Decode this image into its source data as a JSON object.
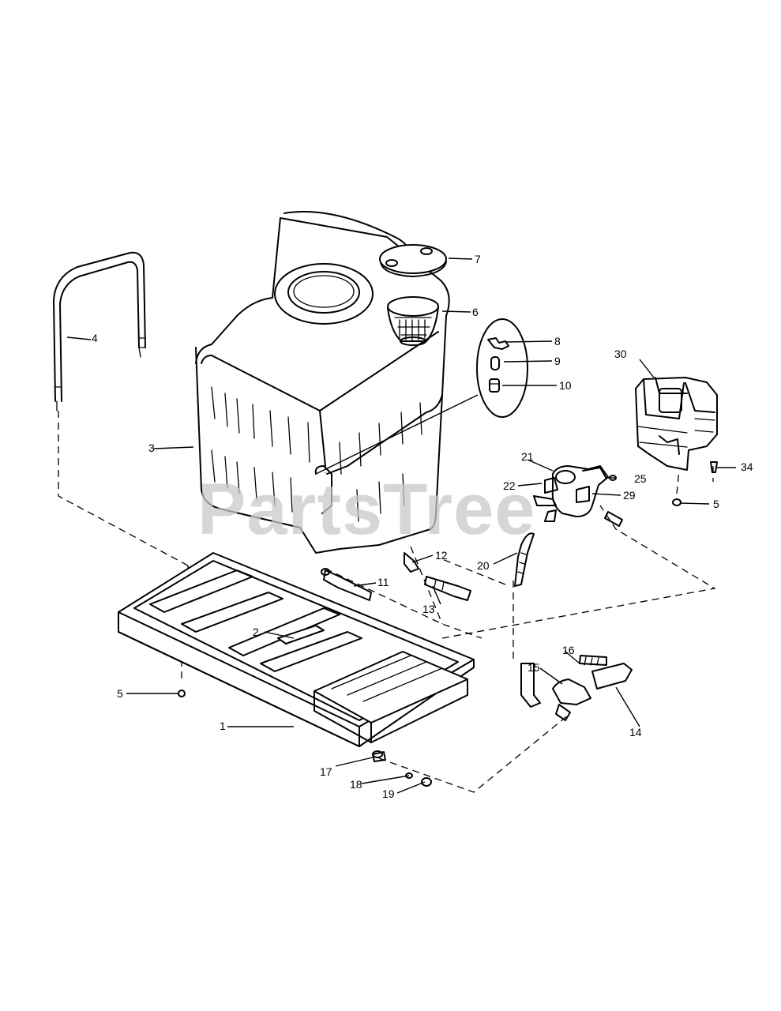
{
  "watermark": "PartsTree",
  "callouts": [
    {
      "label": "1"
    },
    {
      "label": "2"
    },
    {
      "label": "3"
    },
    {
      "label": "4"
    },
    {
      "label": "5"
    },
    {
      "label": "5"
    },
    {
      "label": "6"
    },
    {
      "label": "7"
    },
    {
      "label": "8"
    },
    {
      "label": "9"
    },
    {
      "label": "10"
    },
    {
      "label": "11"
    },
    {
      "label": "12"
    },
    {
      "label": "13"
    },
    {
      "label": "14"
    },
    {
      "label": "15"
    },
    {
      "label": "16"
    },
    {
      "label": "17"
    },
    {
      "label": "18"
    },
    {
      "label": "19"
    },
    {
      "label": "20"
    },
    {
      "label": "21"
    },
    {
      "label": "22"
    },
    {
      "label": "25"
    },
    {
      "label": "29"
    },
    {
      "label": "30"
    },
    {
      "label": "34"
    }
  ]
}
